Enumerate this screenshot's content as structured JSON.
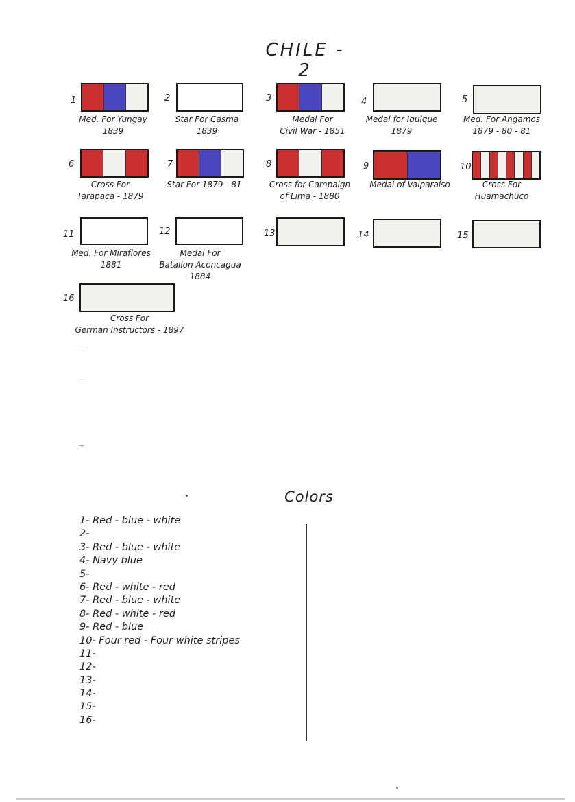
{
  "page": {
    "title": "CHILE - 2"
  },
  "colors_palette": {
    "red": "#c9302f",
    "blue": "#4b45be",
    "white": "#f1f2ee",
    "outline": "#1a1a1a"
  },
  "ribbons": [
    {
      "number": "1",
      "label": [
        "Med. For Yungay",
        "1839"
      ],
      "stripes": [
        "#c9302f",
        "#4b45be",
        "#f1f2ee"
      ]
    },
    {
      "number": "2",
      "label": [
        "Star For Casma",
        "1839"
      ],
      "stripes": []
    },
    {
      "number": "3",
      "label": [
        "Medal For",
        "Civil War - 1851"
      ],
      "stripes": [
        "#c9302f",
        "#4b45be",
        "#f1f2ee"
      ]
    },
    {
      "number": "4",
      "label": [
        "Medal for Iquique",
        "1879"
      ],
      "stripes": [
        "#f1f2ee"
      ]
    },
    {
      "number": "5",
      "label": [
        "Med. For Angamos",
        "1879 - 80 - 81"
      ],
      "stripes": [
        "#f1f2ee"
      ]
    },
    {
      "number": "6",
      "label": [
        "Cross For",
        "Tarapaca - 1879"
      ],
      "stripes": [
        "#c9302f",
        "#f1f2ee",
        "#c9302f"
      ]
    },
    {
      "number": "7",
      "label": [
        "Star For 1879 - 81"
      ],
      "stripes": [
        "#c9302f",
        "#4b45be",
        "#f1f2ee"
      ]
    },
    {
      "number": "8",
      "label": [
        "Cross for Campaign",
        "of Lima - 1880"
      ],
      "stripes": [
        "#c9302f",
        "#f1f2ee",
        "#c9302f"
      ]
    },
    {
      "number": "9",
      "label": [
        "Medal of Valparaiso"
      ],
      "stripes": [
        "#c9302f",
        "#4b45be"
      ]
    },
    {
      "number": "10",
      "label": [
        "Cross For",
        "Huamachuco"
      ],
      "stripes": [
        "#c9302f",
        "#f1f2ee",
        "#c9302f",
        "#f1f2ee",
        "#c9302f",
        "#f1f2ee",
        "#c9302f",
        "#f1f2ee"
      ]
    },
    {
      "number": "11",
      "label": [
        "Med. For Miraflores",
        "1881"
      ],
      "stripes": []
    },
    {
      "number": "12",
      "label": [
        "Medal For",
        "Batallon Aconcagua",
        "1884"
      ],
      "stripes": []
    },
    {
      "number": "13",
      "label": [],
      "stripes": [
        "#f1f2ee"
      ]
    },
    {
      "number": "14",
      "label": [],
      "stripes": [
        "#f1f2ee"
      ]
    },
    {
      "number": "15",
      "label": [],
      "stripes": [
        "#f1f2ee"
      ]
    },
    {
      "number": "16",
      "label": [
        "Cross For",
        "German Instructors - 1897"
      ],
      "stripes": [
        "#f1f2ee"
      ]
    }
  ],
  "colors_section": {
    "heading": "Colors",
    "lines": [
      "1- Red - blue - white",
      "2-",
      "3- Red - blue - white",
      "4- Navy blue",
      "5-",
      "6- Red - white - red",
      "7- Red - blue - white",
      "8- Red - white - red",
      "9- Red - blue",
      "10- Four red - Four white stripes",
      "11-",
      "12-",
      "13-",
      "14-",
      "15-",
      "16-"
    ]
  }
}
